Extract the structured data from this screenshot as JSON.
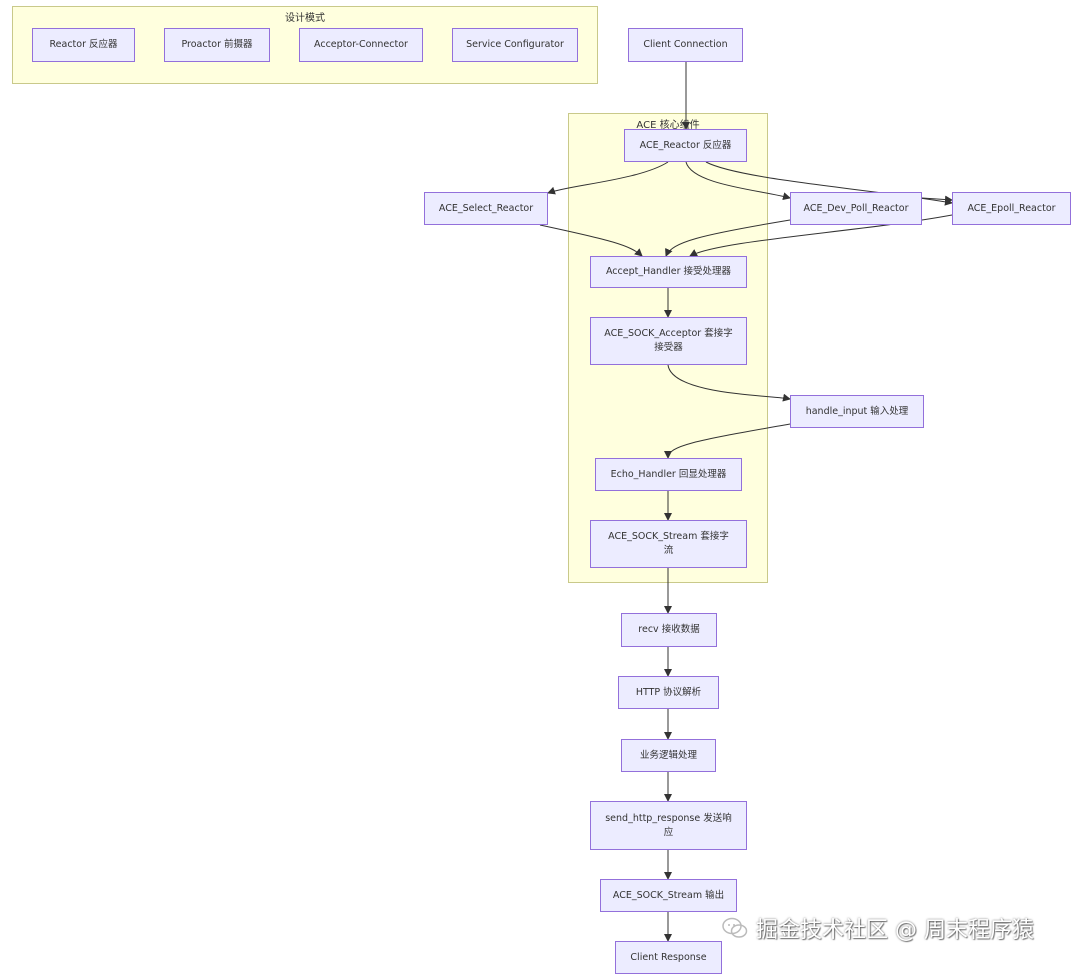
{
  "groups": {
    "patterns": {
      "title": "设计模式"
    },
    "core": {
      "title": "ACE 核心组件"
    }
  },
  "nodes": {
    "reactor_pattern": "Reactor 反应器",
    "proactor_pattern": "Proactor 前摄器",
    "acceptor_connector": "Acceptor-Connector",
    "service_configurator": "Service Configurator",
    "client_connection": "Client Connection",
    "ace_reactor": "ACE_Reactor 反应器",
    "ace_select_reactor": "ACE_Select_Reactor",
    "ace_dev_poll_reactor": "ACE_Dev_Poll_Reactor",
    "ace_epoll_reactor": "ACE_Epoll_Reactor",
    "accept_handler": "Accept_Handler 接受处理器",
    "ace_sock_acceptor_line1": "ACE_SOCK_Acceptor 套接字",
    "ace_sock_acceptor_line2": "接受器",
    "handle_input": "handle_input 输入处理",
    "echo_handler": "Echo_Handler 回显处理器",
    "ace_sock_stream_line1": "ACE_SOCK_Stream 套接字",
    "ace_sock_stream_line2": "流",
    "recv": "recv 接收数据",
    "http_parse": "HTTP 协议解析",
    "business_logic": "业务逻辑处理",
    "send_response_line1": "send_http_response 发送响",
    "send_response_line2": "应",
    "ace_sock_stream_output": "ACE_SOCK_Stream 输出",
    "client_response": "Client Response"
  },
  "watermark": {
    "text": "掘金技术社区 @ 周末程序猿"
  },
  "colors": {
    "node_fill": "#ececff",
    "node_border": "#9370db",
    "group_fill": "#ffffde",
    "group_border": "#c9c98a",
    "edge": "#333333"
  },
  "icons": {
    "watermark_logo": "wechat-logo-icon"
  }
}
